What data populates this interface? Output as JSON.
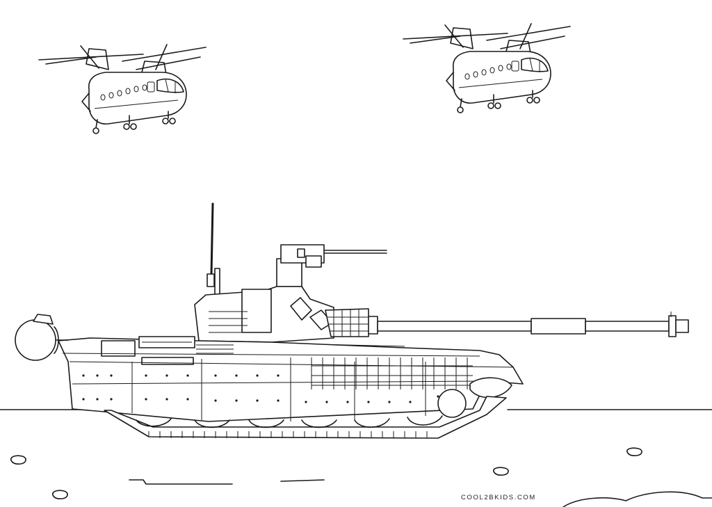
{
  "credit": {
    "text": "COOL2BKIDS.COM"
  },
  "scene": {
    "type": "coloring-page",
    "style": "black line art on white",
    "line_color": "#1a1a1a",
    "background_color": "#ffffff"
  }
}
